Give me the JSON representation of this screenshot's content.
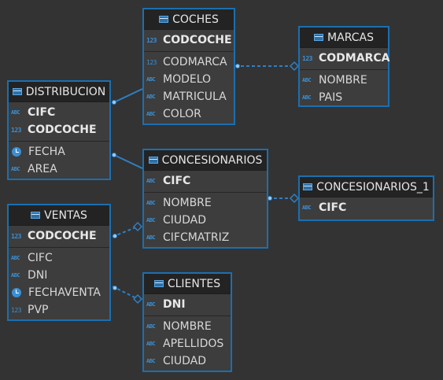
{
  "tables": {
    "coches": {
      "title": "COCHES",
      "sections": [
        [
          {
            "type": "123",
            "name": "CODCOCHE",
            "key": true
          }
        ],
        [
          {
            "type": "123",
            "name": "CODMARCA"
          },
          {
            "type": "abc",
            "name": "MODELO"
          },
          {
            "type": "abc",
            "name": "MATRICULA"
          },
          {
            "type": "abc",
            "name": "COLOR"
          }
        ]
      ]
    },
    "marcas": {
      "title": "MARCAS",
      "sections": [
        [
          {
            "type": "123",
            "name": "CODMARCA",
            "key": true
          }
        ],
        [
          {
            "type": "abc",
            "name": "NOMBRE"
          },
          {
            "type": "abc",
            "name": "PAIS"
          }
        ]
      ]
    },
    "distribucion": {
      "title": "DISTRIBUCION",
      "sections": [
        [
          {
            "type": "abc",
            "name": "CIFC",
            "key": true
          },
          {
            "type": "123",
            "name": "CODCOCHE",
            "key": true
          }
        ],
        [
          {
            "type": "clock",
            "name": "FECHA"
          },
          {
            "type": "abc",
            "name": "AREA"
          }
        ]
      ]
    },
    "concesionarios": {
      "title": "CONCESIONARIOS",
      "sections": [
        [
          {
            "type": "abc",
            "name": "CIFC",
            "key": true
          }
        ],
        [
          {
            "type": "abc",
            "name": "NOMBRE"
          },
          {
            "type": "abc",
            "name": "CIUDAD"
          },
          {
            "type": "abc",
            "name": "CIFCMATRIZ"
          }
        ]
      ]
    },
    "concesionarios_1": {
      "title": "CONCESIONARIOS_1",
      "sections": [
        [
          {
            "type": "abc",
            "name": "CIFC",
            "key": true
          }
        ]
      ]
    },
    "ventas": {
      "title": "VENTAS",
      "sections": [
        [
          {
            "type": "123",
            "name": "CODCOCHE",
            "key": true
          }
        ],
        [
          {
            "type": "abc",
            "name": "CIFC"
          },
          {
            "type": "abc",
            "name": "DNI"
          },
          {
            "type": "clock",
            "name": "FECHAVENTA"
          },
          {
            "type": "123",
            "name": "PVP"
          }
        ]
      ]
    },
    "clientes": {
      "title": "CLIENTES",
      "sections": [
        [
          {
            "type": "abc",
            "name": "DNI",
            "key": true
          }
        ],
        [
          {
            "type": "abc",
            "name": "NOMBRE"
          },
          {
            "type": "abc",
            "name": "APELLIDOS"
          },
          {
            "type": "abc",
            "name": "CIUDAD"
          }
        ]
      ]
    }
  },
  "relationships": [
    {
      "from": "distribucion",
      "to": "coches",
      "style": "solid"
    },
    {
      "from": "distribucion",
      "to": "concesionarios",
      "style": "solid"
    },
    {
      "from": "coches",
      "to": "marcas",
      "style": "dashed"
    },
    {
      "from": "concesionarios",
      "to": "concesionarios_1",
      "style": "dashed"
    },
    {
      "from": "ventas",
      "to": "concesionarios",
      "style": "dashed"
    },
    {
      "from": "ventas",
      "to": "clientes",
      "style": "dashed"
    }
  ],
  "colors": {
    "background": "#333333",
    "entity_fill": "#3d3d3d",
    "entity_border": "#1b6fb0",
    "header_fill": "#232323",
    "type_icon": "#3a8fd4",
    "connector": "#2e7fc4"
  }
}
